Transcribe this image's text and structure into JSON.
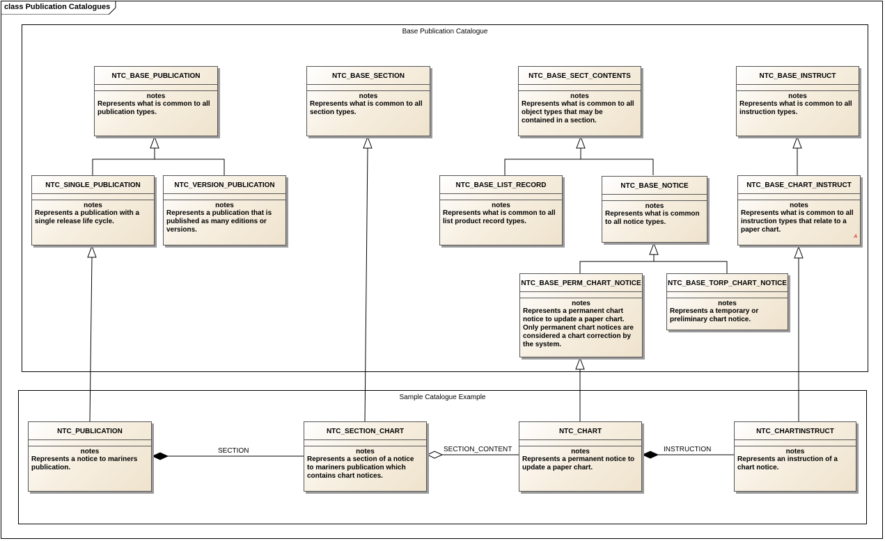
{
  "frame": {
    "title": "class Publication Catalogues"
  },
  "packages": {
    "base": {
      "title": "Base Publication Catalogue"
    },
    "sample": {
      "title": "Sample Catalogue Example"
    }
  },
  "notes_heading": "notes",
  "classes": {
    "base_publication": {
      "name": "NTC_BASE_PUBLICATION",
      "notes": [
        "Represents what is common to all",
        "publication types."
      ]
    },
    "base_section": {
      "name": "NTC_BASE_SECTION",
      "notes": [
        "Represents what is common to all",
        "section types."
      ]
    },
    "base_sect_contents": {
      "name": "NTC_BASE_SECT_CONTENTS",
      "notes": [
        "Represents what is common to all",
        "object types that may be",
        "contained in a section."
      ]
    },
    "base_instruct": {
      "name": "NTC_BASE_INSTRUCT",
      "notes": [
        "Represents what is common to all",
        "instruction types."
      ]
    },
    "single_publication": {
      "name": "NTC_SINGLE_PUBLICATION",
      "notes": [
        "Represents a publication with a",
        "single release life cycle."
      ]
    },
    "version_publication": {
      "name": "NTC_VERSION_PUBLICATION",
      "notes": [
        "Represents a publication that is",
        "published as many editions or",
        "versions."
      ]
    },
    "base_list_record": {
      "name": "NTC_BASE_LIST_RECORD",
      "notes": [
        "Represents what is common to all",
        "list product record types."
      ]
    },
    "base_notice": {
      "name": "NTC_BASE_NOTICE",
      "notes": [
        "Represents what is common",
        "to all notice types."
      ]
    },
    "base_chart_instruct": {
      "name": "NTC_BASE_CHART_INSTRUCT",
      "notes": [
        "Represents what is common to all",
        "instruction types that relate to a",
        "paper chart."
      ],
      "mark": "A"
    },
    "base_perm_chart_notice": {
      "name": "NTC_BASE_PERM_CHART_NOTICE",
      "notes": [
        "Represents a permanent chart",
        "notice to update a paper chart.",
        "Only permanent chart notices are",
        "considered a chart correction by",
        "the system."
      ]
    },
    "base_torp_chart_notice": {
      "name": "NTC_BASE_TORP_CHART_NOTICE",
      "notes": [
        "Represents a temporary or",
        "preliminary chart notice."
      ]
    },
    "publication": {
      "name": "NTC_PUBLICATION",
      "notes": [
        "Represents a notice to mariners",
        "publication."
      ]
    },
    "section_chart": {
      "name": "NTC_SECTION_CHART",
      "notes": [
        "Represents a section of a notice",
        "to mariners publication which",
        "contains chart notices."
      ]
    },
    "chart": {
      "name": "NTC_CHART",
      "notes": [
        "Represents a permanent notice to",
        "update a paper chart."
      ]
    },
    "chartinstruct": {
      "name": "NTC_CHARTINSTRUCT",
      "notes": [
        "Represents an instruction of a",
        "chart notice."
      ]
    }
  },
  "associations": {
    "section": "SECTION",
    "section_content": "SECTION_CONTENT",
    "instruction": "INSTRUCTION"
  }
}
